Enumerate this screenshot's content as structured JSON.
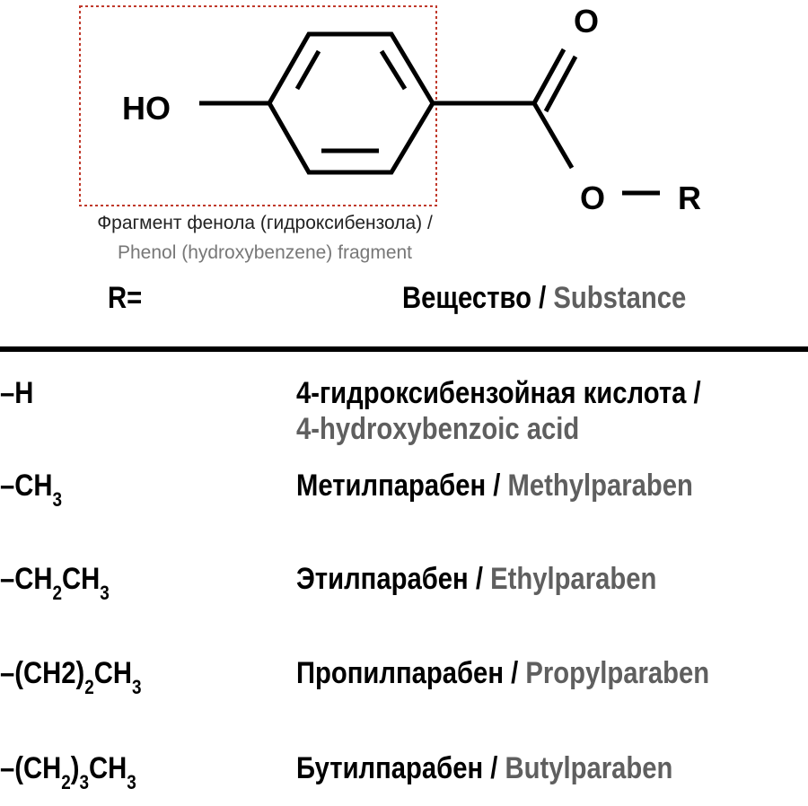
{
  "structure": {
    "ho_label": "HO",
    "o_double_label": "O",
    "o_single_label": "O",
    "r_label": "R",
    "fragment_caption_ru": "Фрагмент фенола (гидроксибензола) /",
    "fragment_caption_en": "Phenol (hydroxybenzene) fragment",
    "fragment_box_color": "#c0392b"
  },
  "header": {
    "r_label": "R=",
    "substance_ru": "Вещество /",
    "substance_en": "Substance"
  },
  "rows": [
    {
      "r_main": "–H",
      "name_ru": "4-гидроксибензойная кислота /",
      "name_en": "4-hydroxybenzoic acid"
    },
    {
      "r_p1": "–CH",
      "r_s1": "3",
      "name_ru": "Метилпарабен /",
      "name_en": "Methylparaben"
    },
    {
      "r_p1": "–CH",
      "r_s1": "2",
      "r_p2": "CH",
      "r_s2": "3",
      "name_ru": "Этилпарабен /",
      "name_en": "Ethylparaben"
    },
    {
      "r_p1": "–(CH2)",
      "r_s1": "2",
      "r_p2": "CH",
      "r_s2": "3",
      "name_ru": "Пропилпарабен /",
      "name_en": "Propylparaben"
    },
    {
      "r_p1": "–(CH",
      "r_s1": "2",
      "r_p2": ")",
      "r_s2": "3",
      "r_p3": "CH",
      "r_s3": "3",
      "name_ru": "Бутилпарабен /",
      "name_en": "Butylparaben"
    }
  ],
  "colors": {
    "text": "#000000",
    "english_text": "#5f5f5f",
    "rule": "#000000"
  }
}
